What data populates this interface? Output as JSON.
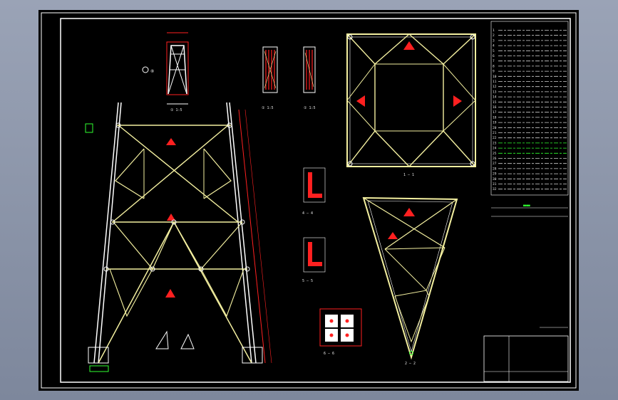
{
  "drawing": {
    "section_marks": {
      "plan_view": "1 — 1",
      "triangle_view": "2 — 2",
      "angle_a": "4 — 4",
      "angle_b": "5 — 5",
      "base_plate": "6 — 6"
    },
    "view_tags": {
      "mini_elevation": "① 1:5",
      "detail_a": "① 1:5",
      "detail_b": "① 1:5"
    },
    "callouts": {
      "plate_ref": "⑧"
    },
    "table": {
      "row_numbers": [
        "1",
        "2",
        "3",
        "4",
        "5",
        "6",
        "7",
        "8",
        "9",
        "10",
        "11",
        "12",
        "13",
        "14",
        "15",
        "16",
        "17",
        "18",
        "19",
        "20",
        "21",
        "22",
        "23",
        "24",
        "25",
        "26",
        "27",
        "28",
        "29",
        "30",
        "31",
        "32"
      ]
    },
    "colors": {
      "line_red": "#ff2020",
      "member_yellow": "#f4f0a0",
      "member_white": "#ffffff",
      "text_green": "#30ff30",
      "frame": "#ffffff",
      "sheet": "#000000"
    }
  }
}
